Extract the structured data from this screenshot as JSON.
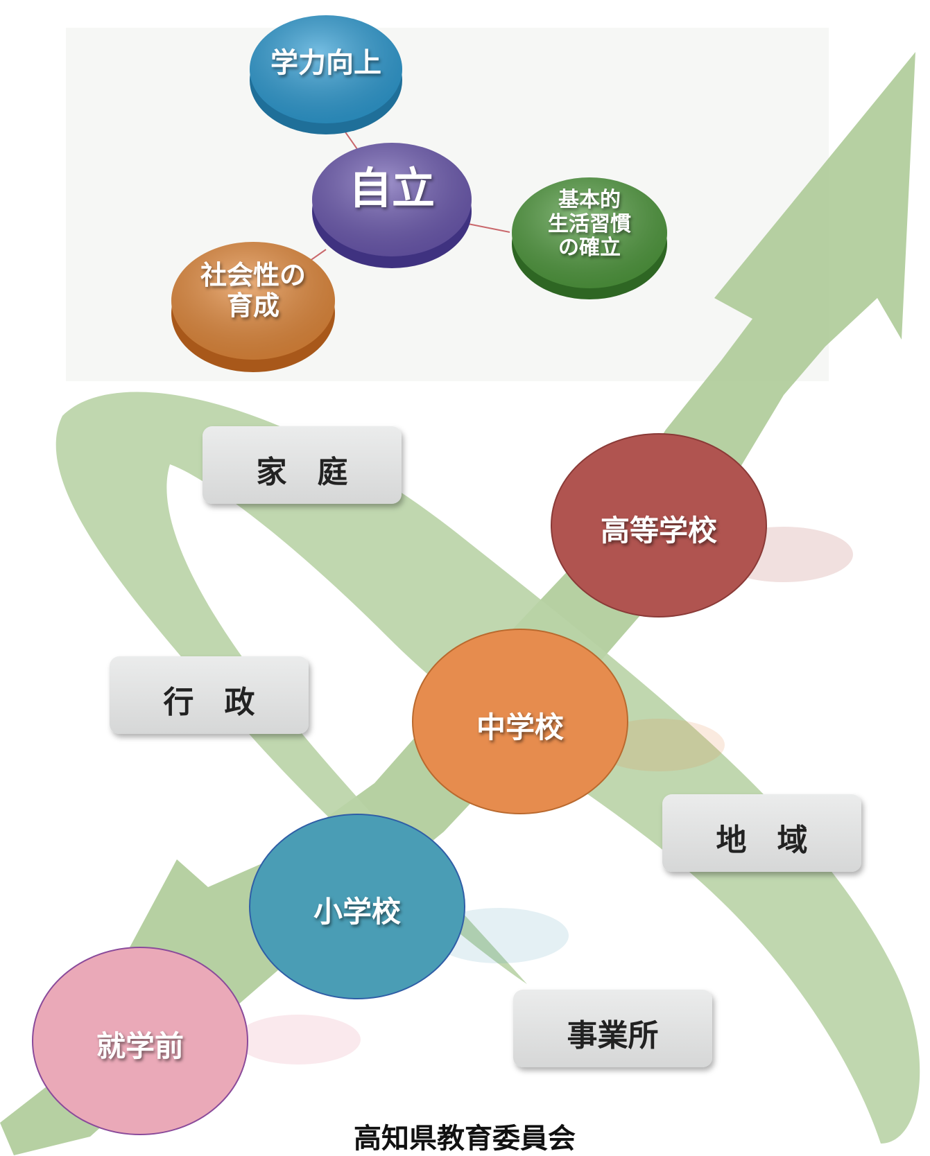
{
  "goals": {
    "center": "自立",
    "academic": "学力向上",
    "lifestyle_lines": [
      "基本的",
      "生活習慣",
      "の確立"
    ],
    "social_lines": [
      "社会性の",
      "育成"
    ]
  },
  "stages": {
    "preschool": "就学前",
    "elementary": "小学校",
    "junior_high": "中学校",
    "high_school": "高等学校"
  },
  "partners": {
    "family": "家　庭",
    "administration": "行　政",
    "community": "地　域",
    "business": "事業所"
  },
  "footer": {
    "organization": "高知県教育委員会"
  },
  "colors": {
    "arrow": "#a9c892",
    "ring": "#b9d3a6",
    "center_disc": "#6b58b0",
    "academic_disc": "#2d9cd4",
    "lifestyle_disc": "#4f9a3d",
    "social_disc": "#e4893a",
    "preschool": "#eaa9b8",
    "elementary": "#4a9db5",
    "junior_high": "#e68c4e",
    "high_school": "#b05450",
    "partner_box": "#e0e1e1"
  }
}
